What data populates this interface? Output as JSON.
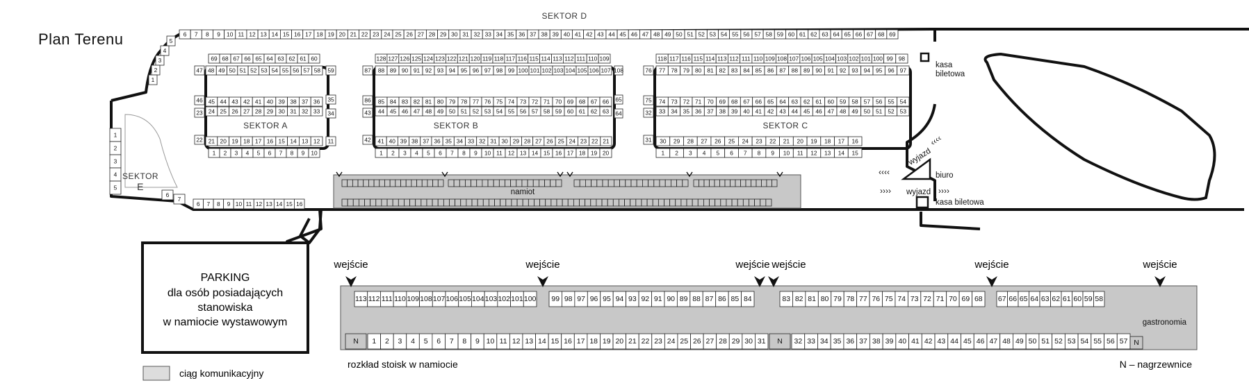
{
  "title": "Plan Terenu",
  "sectors": {
    "a": "SEKTOR A",
    "b": "SEKTOR B",
    "c": "SEKTOR C",
    "d": "SEKTOR D",
    "e_line1": "SEKTOR",
    "e_line2": "E"
  },
  "labels": {
    "tent": "namiot",
    "ticket_top_1": "kasa",
    "ticket_top_2": "biletowa",
    "ticket_bottom": "kasa biletowa",
    "office": "biuro",
    "exit_upper": "wyjazd",
    "exit_lower": "wyjazd",
    "parking_lines": [
      "PARKING",
      "dla osób posiadających",
      "stanowiska",
      "w namiocie wystawowym"
    ],
    "entrance": "wejście",
    "layout": "rozkład stoisk w namiocie",
    "heaters": "N – nagrzewnice",
    "gastronomy": "gastronomia",
    "heater_short": "N",
    "legend_corridor": "ciąg komunikacyjny"
  },
  "stalls": {
    "d_top": {
      "from": 6,
      "to": 69
    },
    "d_corner": [
      5,
      4,
      3,
      2,
      1
    ],
    "e_left": [
      1,
      2,
      3,
      4,
      5
    ],
    "e_bottom": {
      "from": 6,
      "to": 16
    },
    "a_top": [
      69,
      68,
      67,
      66,
      65,
      64,
      63,
      62,
      61,
      60
    ],
    "a_r1": [
      48,
      49,
      50,
      51,
      52,
      53,
      54,
      55,
      56,
      57,
      58
    ],
    "a_r2": [
      45,
      44,
      43,
      42,
      41,
      40,
      39,
      38,
      37,
      36
    ],
    "a_r3": [
      24,
      25,
      26,
      27,
      28,
      29,
      30,
      31,
      32,
      33
    ],
    "a_r4": [
      21,
      20,
      19,
      18,
      17,
      16,
      15,
      14,
      13,
      12
    ],
    "a_bottom": {
      "from": 1,
      "to": 10
    },
    "a_left": [
      47,
      46,
      23,
      22
    ],
    "a_right": [
      59,
      35,
      34,
      11
    ],
    "b_top": {
      "from": 128,
      "to": 109
    },
    "b_r1": {
      "from": 88,
      "to": 107
    },
    "b_r2": {
      "from": 85,
      "to": 66
    },
    "b_r3": {
      "from": 44,
      "to": 63
    },
    "b_r4": {
      "from": 41,
      "to": 21
    },
    "b_bottom": {
      "from": 1,
      "to": 20
    },
    "b_left": [
      87,
      86,
      43,
      42
    ],
    "b_right": [
      108,
      65,
      64
    ],
    "c_top": {
      "from": 118,
      "to": 98
    },
    "c_r1": {
      "from": 77,
      "to": 97
    },
    "c_r2": {
      "from": 74,
      "to": 54
    },
    "c_r3": {
      "from": 33,
      "to": 53
    },
    "c_r4": {
      "from": 30,
      "to": 16
    },
    "c_bottom": {
      "from": 1,
      "to": 15
    },
    "c_left": [
      76,
      75,
      32,
      31
    ]
  },
  "tent": {
    "top_left": {
      "from": 113,
      "to": 100
    },
    "top_mid": {
      "from": 99,
      "to": 84
    },
    "top_mid2": {
      "from": 83,
      "to": 68
    },
    "top_right": {
      "from": 67,
      "to": 58
    },
    "bottom_left": {
      "from": 1,
      "to": 31
    },
    "bottom_right": {
      "from": 32,
      "to": 57
    }
  },
  "colors": {
    "corridor": "#c8c8c8",
    "line": "#111111"
  }
}
